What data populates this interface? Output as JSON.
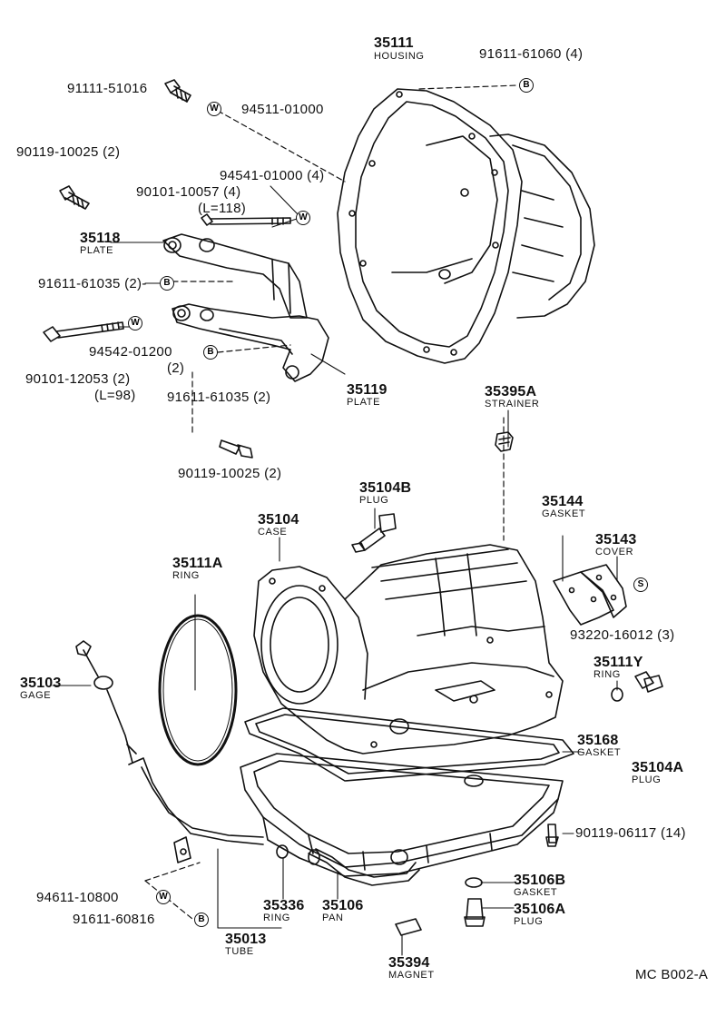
{
  "title": "",
  "diagram_code": "MC B002-A",
  "symbols": {
    "washer": "W",
    "bolt": "B",
    "stud": "S"
  },
  "parts": {
    "p35111": {
      "number": "35111",
      "name": "HOUSING"
    },
    "p916116106": {
      "number": "91611-61060 (4)"
    },
    "p9111151016": {
      "number": "91111-51016"
    },
    "p9451101000": {
      "number": "94511-01000"
    },
    "p9011910025a": {
      "number": "90119-10025 (2)"
    },
    "p9454101000": {
      "number": "94541-01000 (4)"
    },
    "p9010110057": {
      "number": "90101-10057 (4)",
      "length": "(L=118)"
    },
    "p35118": {
      "number": "35118",
      "name": "PLATE"
    },
    "p9161161035a": {
      "number": "91611-61035 (2)-"
    },
    "p9454201200": {
      "number": "94542-01200",
      "qty": "(2)"
    },
    "p9010112053": {
      "number": "90101-12053 (2)",
      "length": "(L=98)"
    },
    "p9161161035b": {
      "number": "91611-61035 (2)"
    },
    "p35119": {
      "number": "35119",
      "name": "PLATE"
    },
    "p35395A": {
      "number": "35395A",
      "name": "STRAINER"
    },
    "p9011910025b": {
      "number": "90119-10025 (2)"
    },
    "p35104B": {
      "number": "35104B",
      "name": "PLUG"
    },
    "p35104": {
      "number": "35104",
      "name": "CASE"
    },
    "p35144": {
      "number": "35144",
      "name": "GASKET"
    },
    "p35143": {
      "number": "35143",
      "name": "COVER"
    },
    "p35111A": {
      "number": "35111A",
      "name": "RING"
    },
    "p9322016012": {
      "number": "93220-16012 (3)"
    },
    "p35111Y": {
      "number": "35111Y",
      "name": "RING"
    },
    "p35103": {
      "number": "35103",
      "name": "GAGE"
    },
    "p35168": {
      "number": "35168",
      "name": "GASKET"
    },
    "p35104A": {
      "number": "35104A",
      "name": "PLUG"
    },
    "p9011906117": {
      "number": "90119-06117 (14)"
    },
    "p35106B": {
      "number": "35106B",
      "name": "GASKET"
    },
    "p9461110800": {
      "number": "94611-10800"
    },
    "p35336": {
      "number": "35336",
      "name": "RING"
    },
    "p35106": {
      "number": "35106",
      "name": "PAN"
    },
    "p35106A": {
      "number": "35106A",
      "name": "PLUG"
    },
    "p9161160816": {
      "number": "91611-60816"
    },
    "p35013": {
      "number": "35013",
      "name": "TUBE"
    },
    "p35394": {
      "number": "35394",
      "name": "MAGNET"
    }
  }
}
